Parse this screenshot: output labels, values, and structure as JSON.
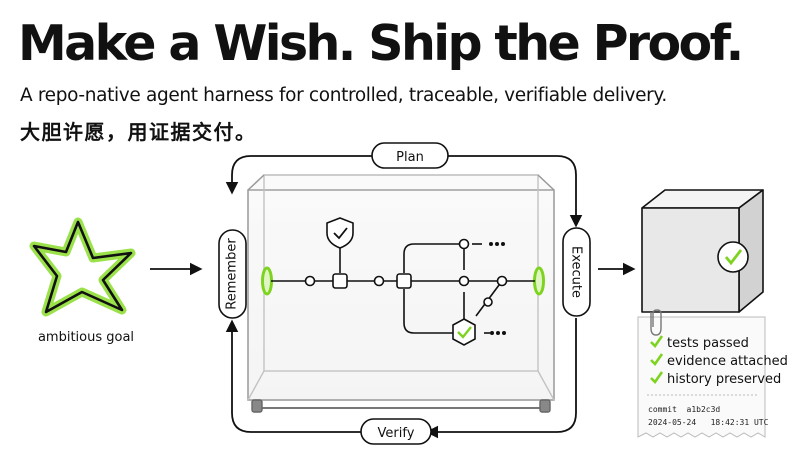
{
  "header": {
    "title": "Make a Wish. Ship the Proof.",
    "subtitle": "A repo-native agent harness for controlled, traceable, verifiable delivery.",
    "subtitle_cn": "大胆许愿，用证据交付。"
  },
  "diagram": {
    "input_label": "ambitious goal",
    "loop_stages": {
      "top": "Plan",
      "right": "Execute",
      "bottom": "Verify",
      "left": "Remember"
    },
    "receipt": {
      "checks": [
        "tests passed",
        "evidence attached",
        "history preserved"
      ],
      "commit_line": "commit  a1b2c3d",
      "timestamp_line": "2024-05-24   18:42:31 UTC"
    },
    "colors": {
      "accent": "#7ed321",
      "ink": "#111111"
    }
  }
}
